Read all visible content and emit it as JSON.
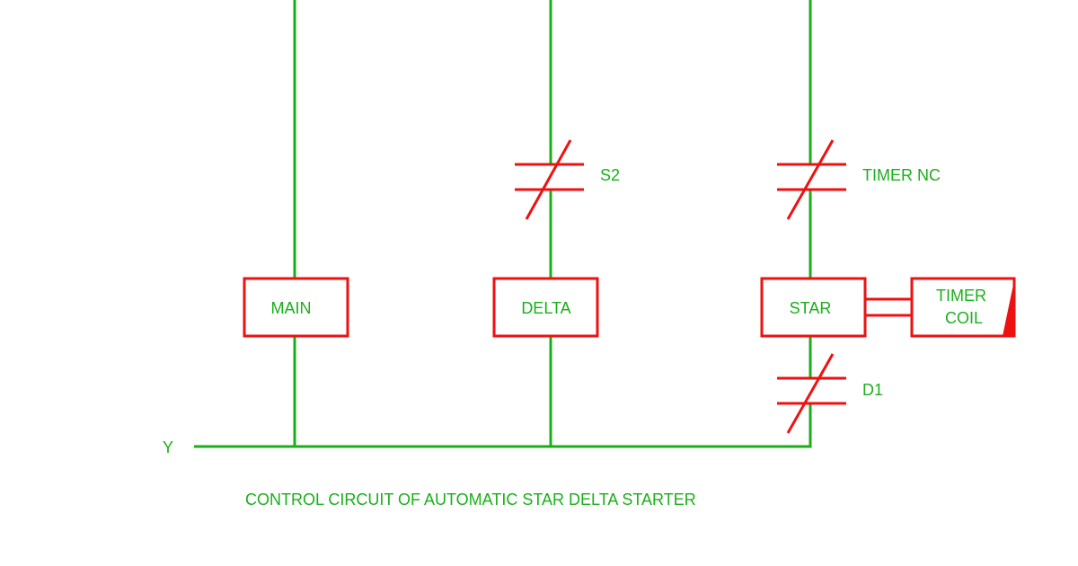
{
  "colors": {
    "wire": "#1aaf1a",
    "component": "#ee1111",
    "text": "#1aaf1a",
    "background": "#ffffff"
  },
  "labels": {
    "y_terminal": "Y",
    "caption": "CONTROL CIRCUIT OF AUTOMATIC STAR DELTA STARTER"
  },
  "coils": {
    "main": "MAIN",
    "delta": "DELTA",
    "star": "STAR",
    "timer_line1": "TIMER",
    "timer_line2": "COIL"
  },
  "contacts": {
    "s2": {
      "label": "S2",
      "type": "normally-closed"
    },
    "timer_nc": {
      "label": "TIMER NC",
      "type": "normally-closed"
    },
    "d1": {
      "label": "D1",
      "type": "normally-closed"
    }
  }
}
